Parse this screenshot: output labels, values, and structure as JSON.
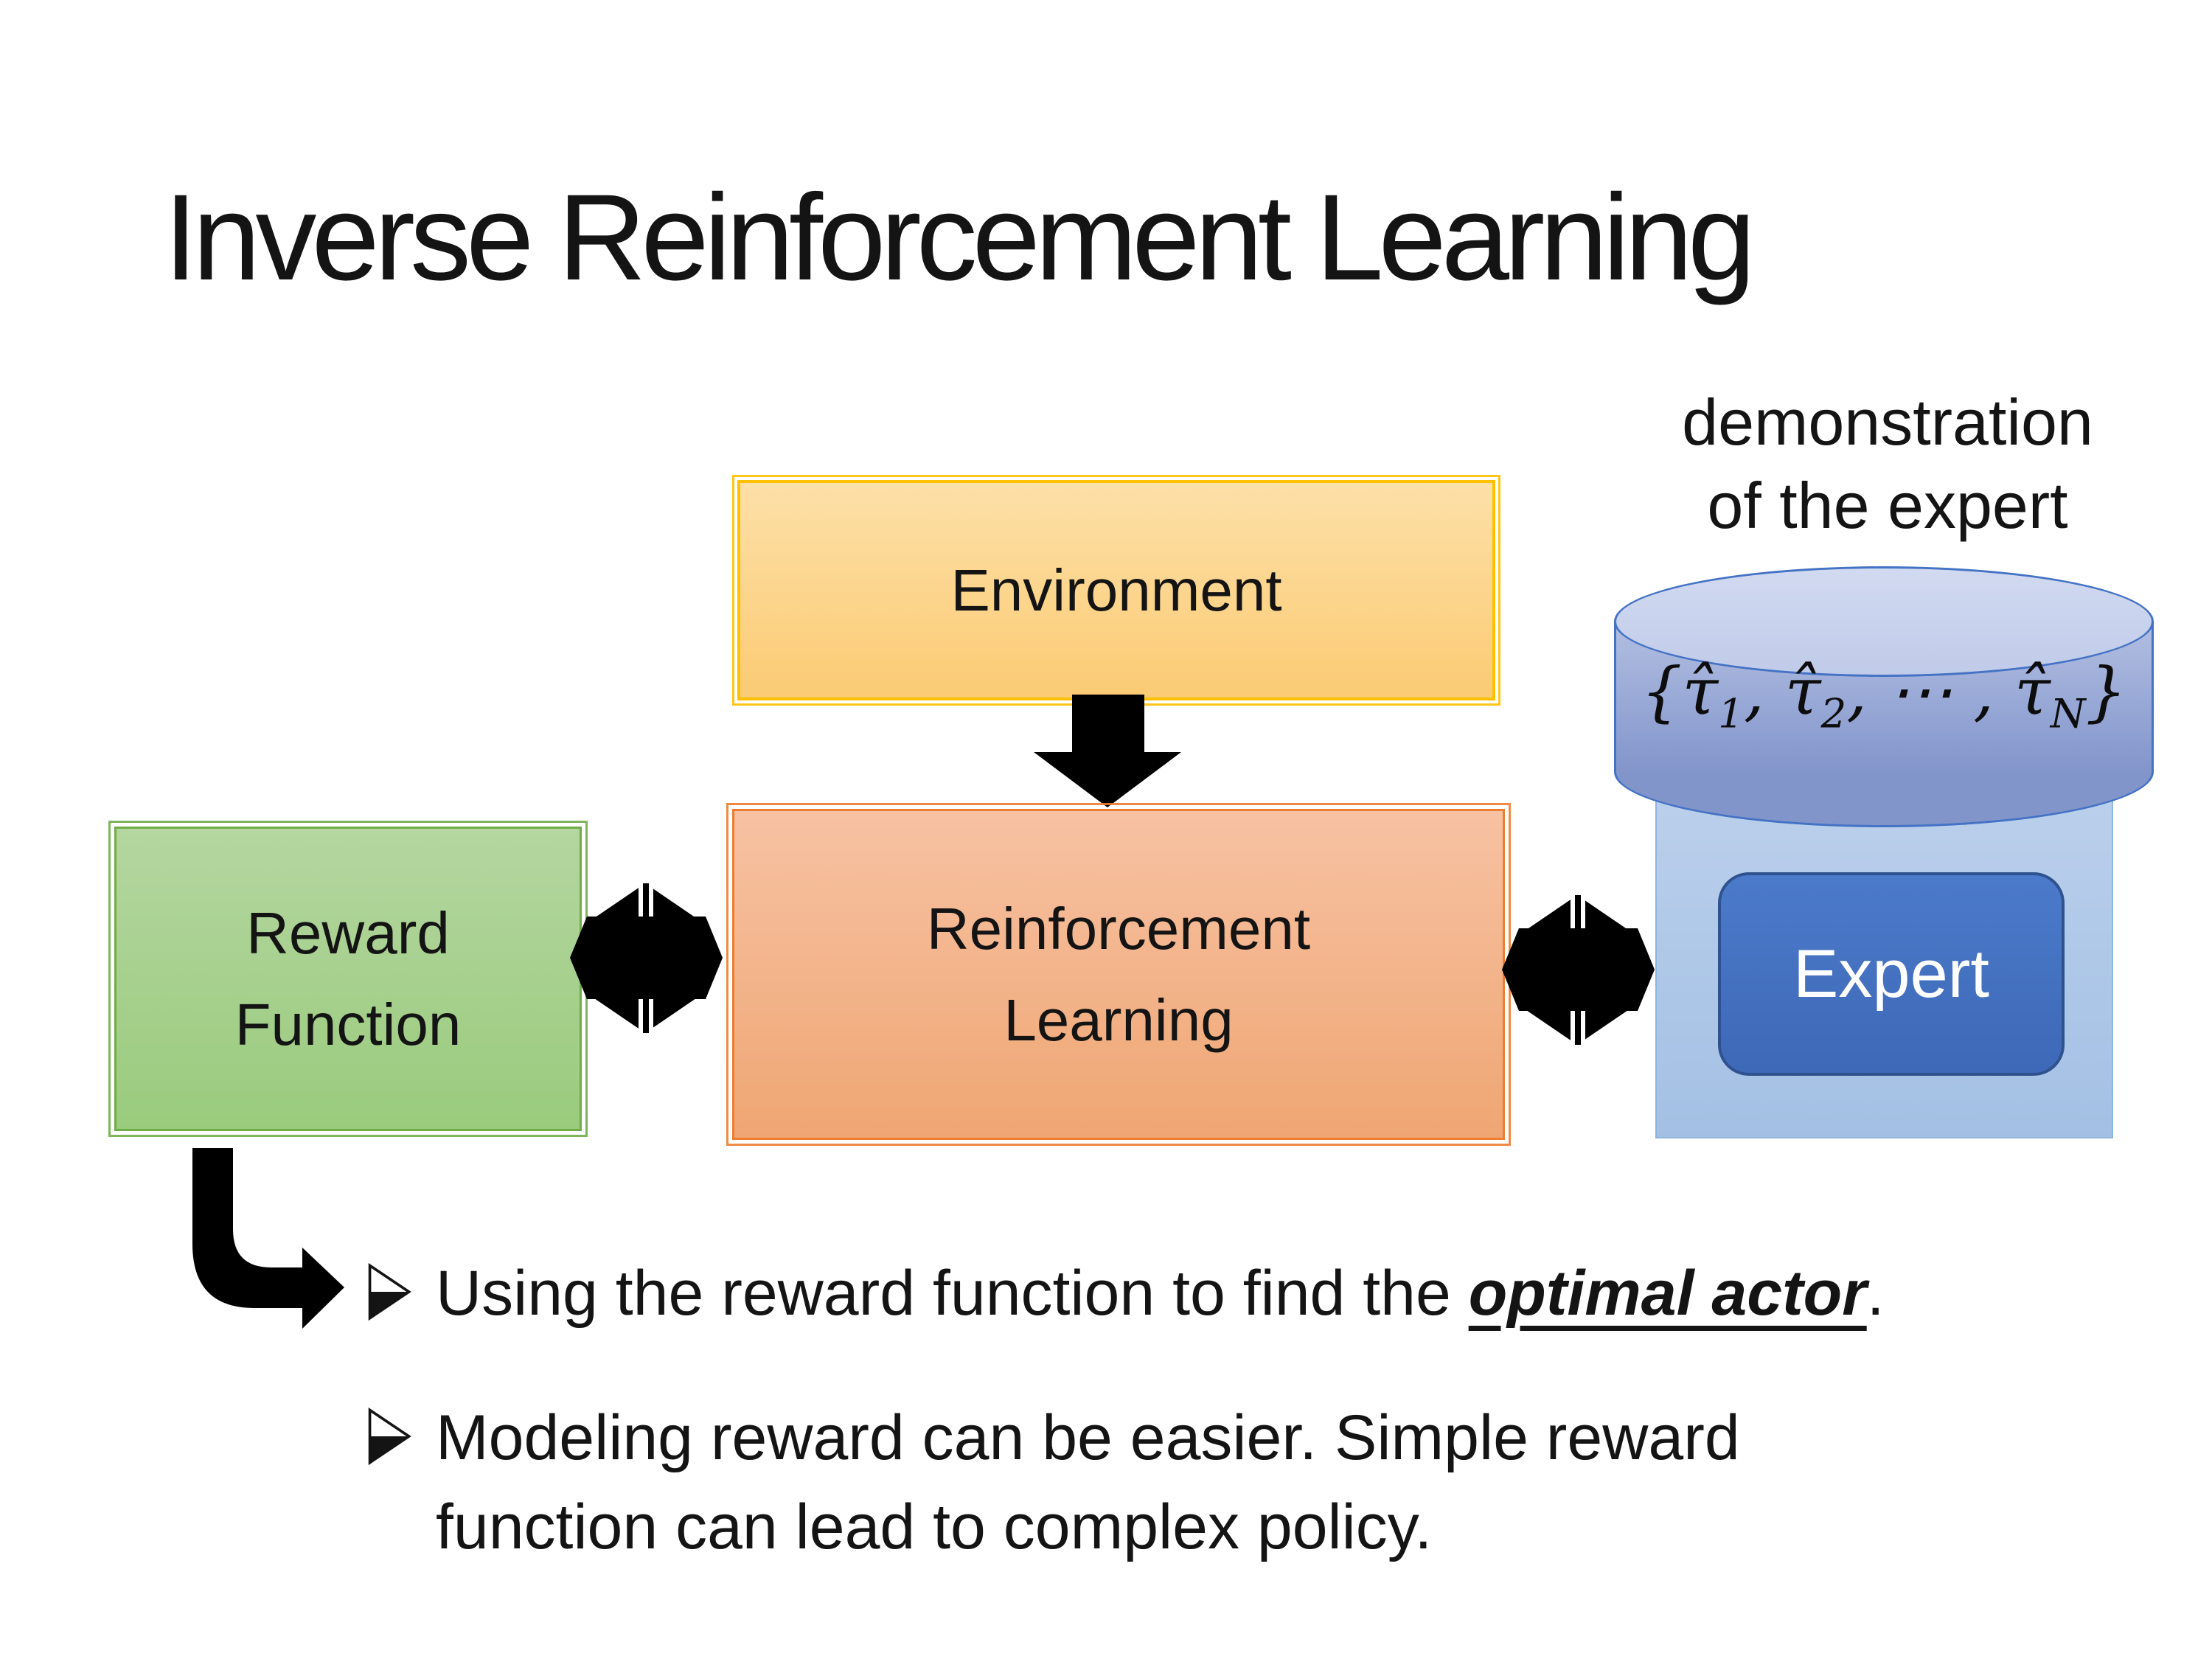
{
  "slide": {
    "title": "Inverse Reinforcement Learning",
    "background_color": "#FFFFFF",
    "text_color": "#141414",
    "arrow_color": "#000000"
  },
  "annotation": {
    "line1": "demonstration",
    "line2": "of the expert"
  },
  "boxes": {
    "environment": {
      "label": "Environment",
      "border": "#FFC000",
      "fill_top": "#FDE0A8",
      "fill_bottom": "#FBCB74"
    },
    "reward_function": {
      "line1": "Reward",
      "line2": "Function",
      "border": "#70AD47",
      "fill_top": "#B4D6A0",
      "fill_bottom": "#9ACB7D"
    },
    "reinforcement_learning": {
      "line1": "Reinforcement",
      "line2": "Learning",
      "border": "#ED7D31",
      "fill_top": "#F7C2A3",
      "fill_bottom": "#EFA673"
    },
    "expert": {
      "label": "Expert",
      "border": "#2F528F",
      "fill": "#4472C4",
      "text_color": "#FFFFFF"
    },
    "expert_panel": {
      "border": "#8FB4DE",
      "fill_top": "#BBD0EC",
      "fill_bottom": "#A3C0E4"
    }
  },
  "cylinder": {
    "border": "#4472C4",
    "lid_fill": "#D2DAF1",
    "body_top": "#B3BFE2",
    "body_bottom": "#8295CB",
    "math": {
      "open": "{",
      "tau1": "τ̂",
      "sub1": "1",
      "comma1": ", ",
      "tau2": "τ̂",
      "sub2": "2",
      "comma2": ", ",
      "dots": "⋯",
      "comma3": " , ",
      "tau3": "τ̂",
      "sub3": "N",
      "close": "}"
    }
  },
  "bullets": {
    "item1": {
      "prefix": "Using the reward function to find the ",
      "emphasis": "optimal actor",
      "suffix": "."
    },
    "item2": {
      "line1": "Modeling reward can be easier. Simple reward",
      "line2": "function can lead to complex policy."
    }
  }
}
